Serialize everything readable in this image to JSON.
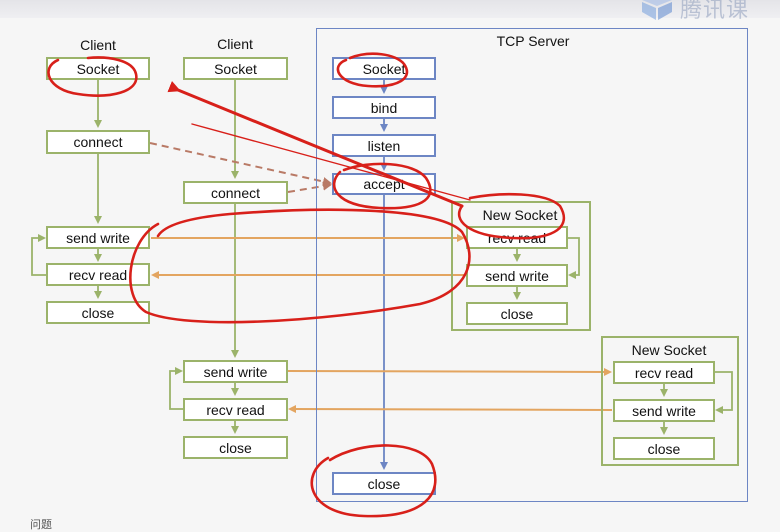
{
  "watermark": {
    "text": "腾讯课"
  },
  "clients": [
    {
      "title": "Client",
      "socket": "Socket",
      "connect": "connect",
      "send": "send write",
      "recv": "recv read",
      "close": "close"
    },
    {
      "title": "Client",
      "socket": "Socket",
      "connect": "connect",
      "send": "send write",
      "recv": "recv read",
      "close": "close"
    }
  ],
  "server": {
    "title": "TCP Server",
    "steps": [
      "Socket",
      "bind",
      "listen",
      "accept"
    ],
    "close": "close"
  },
  "new_sockets": [
    {
      "title": "New Socket",
      "recv": "recv read",
      "send": "send write",
      "close": "close"
    },
    {
      "title": "New Socket",
      "recv": "recv read",
      "send": "send write",
      "close": "close"
    }
  ],
  "footer": {
    "text": "问题"
  },
  "colors": {
    "client_border": "#9bb36a",
    "server_border": "#6d86c4",
    "arrow_orange": "#e3a560",
    "dashed_brown": "#b97a66",
    "annotation_red": "#d8201a"
  }
}
